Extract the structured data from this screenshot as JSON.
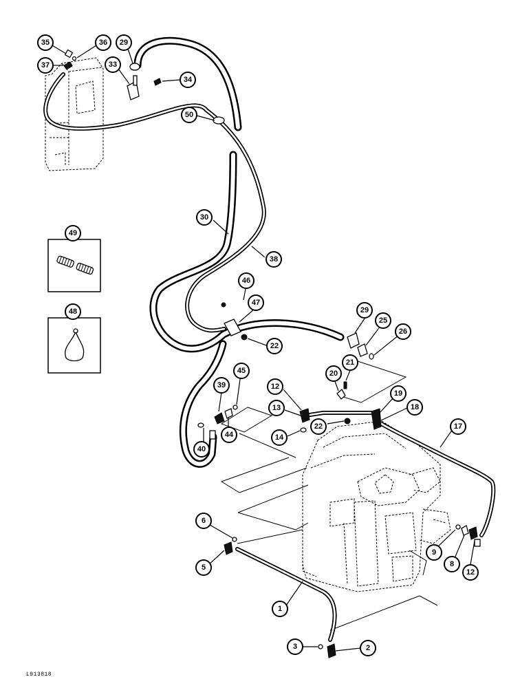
{
  "reference_code": "L913818",
  "callouts": [
    "35",
    "37",
    "36",
    "29",
    "33",
    "34",
    "50",
    "30",
    "38",
    "49",
    "48",
    "46",
    "47",
    "22",
    "29",
    "25",
    "26",
    "21",
    "20",
    "12",
    "13",
    "14",
    "22",
    "19",
    "18",
    "39",
    "45",
    "44",
    "40",
    "17",
    "6",
    "5",
    "9",
    "8",
    "12",
    "1",
    "3",
    "2"
  ]
}
